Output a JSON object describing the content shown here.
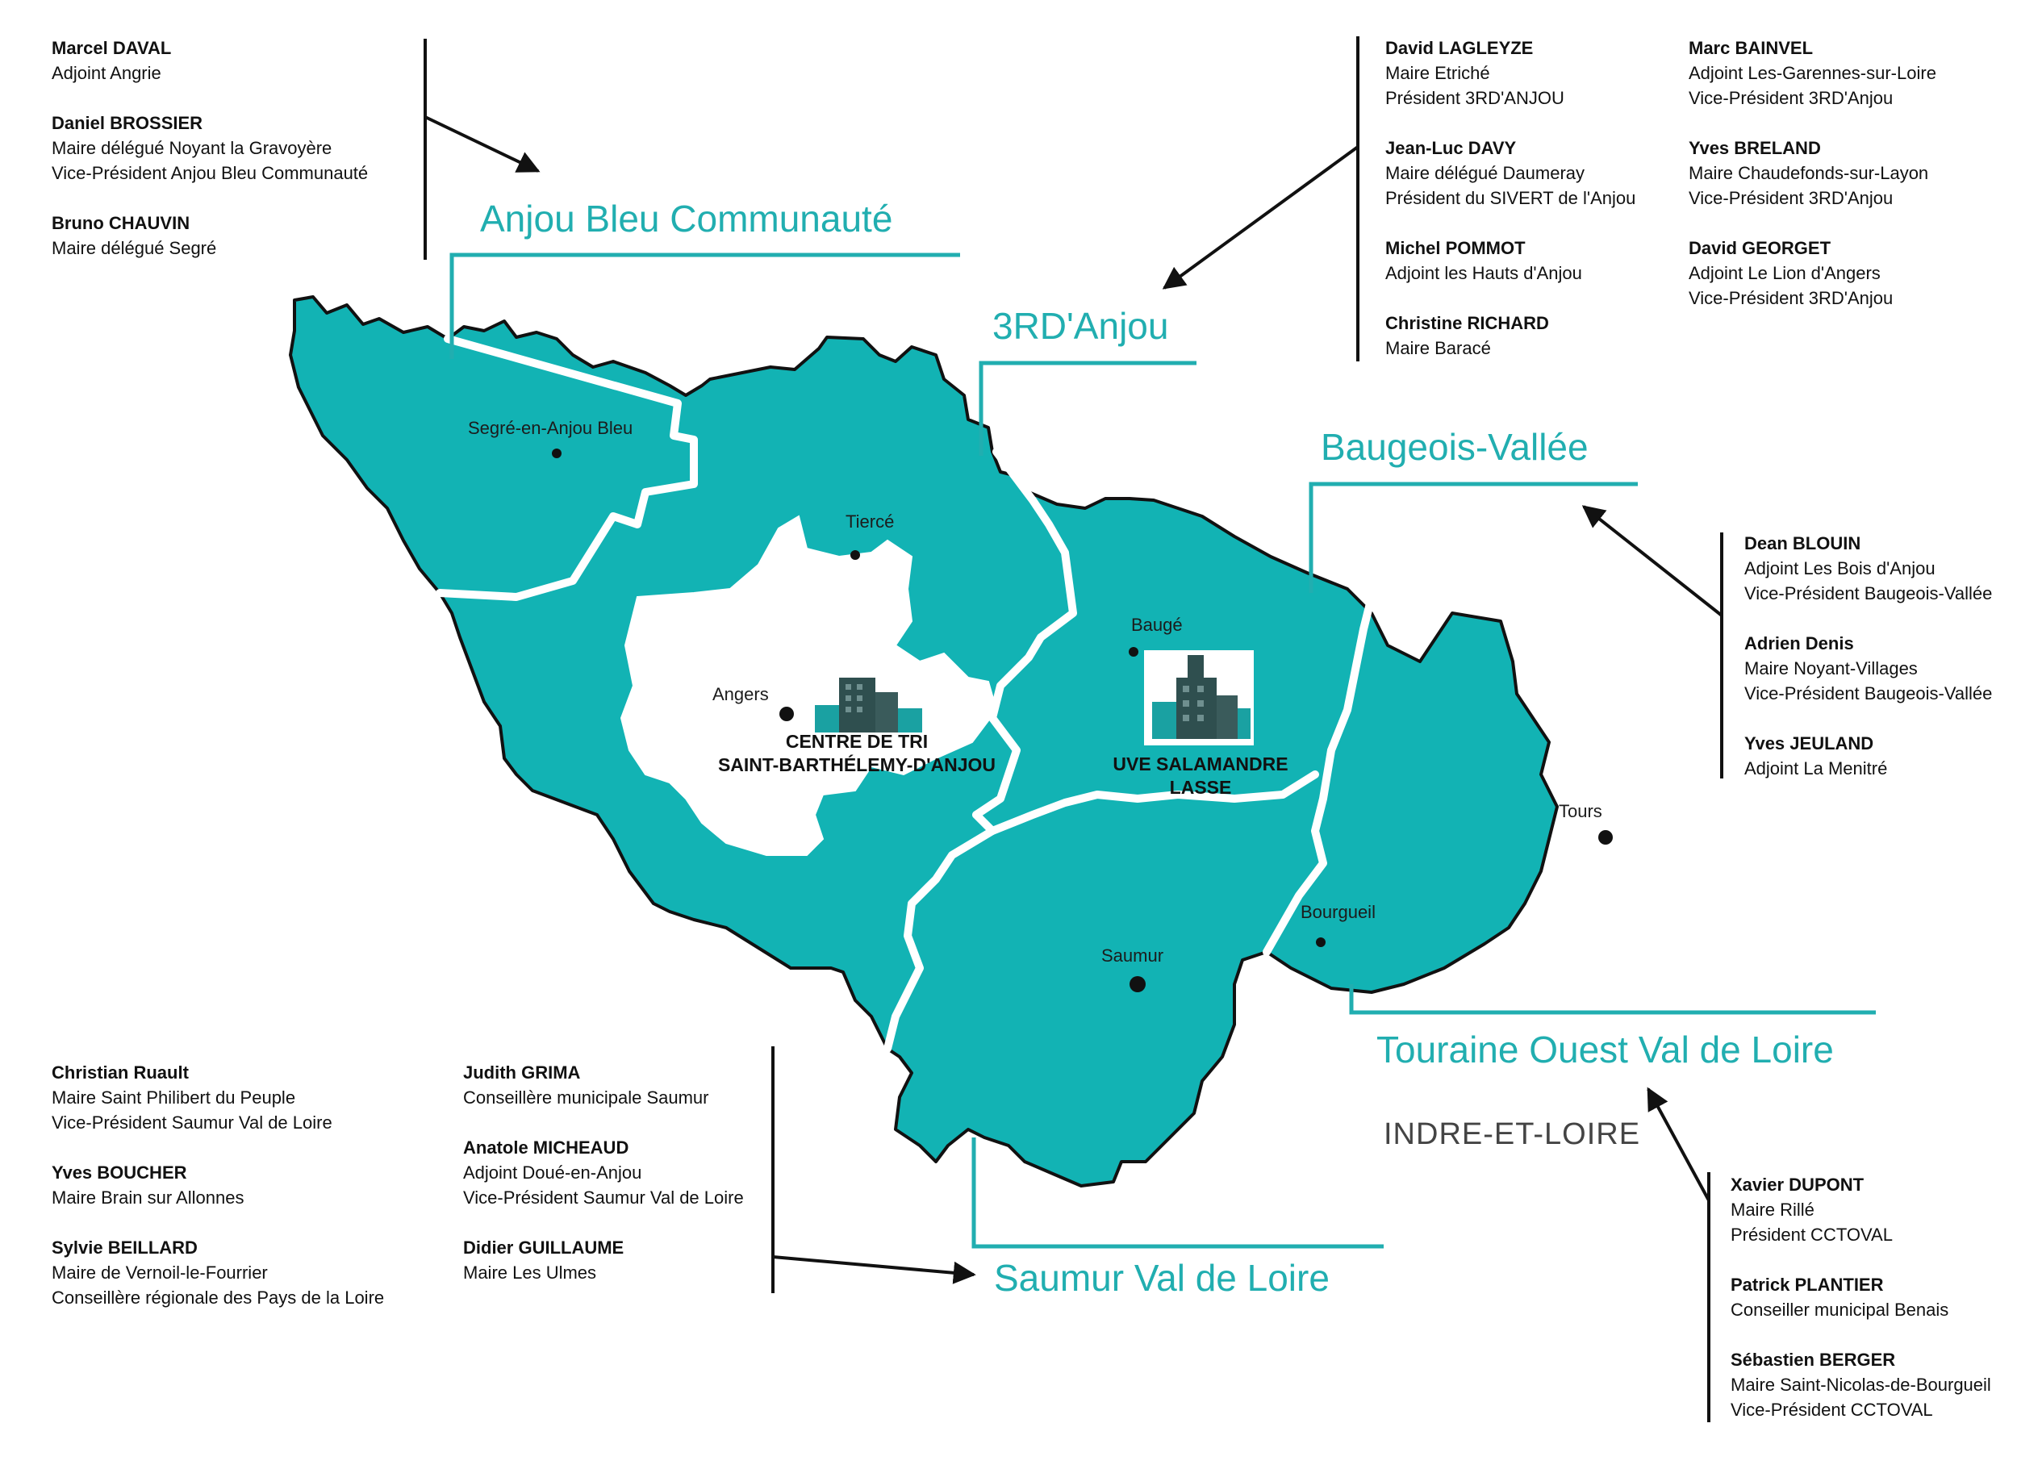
{
  "colors": {
    "region_fill": "#12b3b4",
    "label": "#21aeb0",
    "outline": "#111111",
    "land_white": "#ffffff"
  },
  "regions": {
    "anjou_bleu": "Anjou Bleu Communauté",
    "rd_anjou": "3RD'Anjou",
    "baugeois": "Baugeois-Vallée",
    "touraine": "Touraine Ouest Val de Loire",
    "saumur": "Saumur Val de Loire"
  },
  "department": "INDRE-ET-LOIRE",
  "cities": {
    "segre": "Segré-en-Anjou Bleu",
    "tierce": "Tiercé",
    "angers": "Angers",
    "bauge": "Baugé",
    "tours": "Tours",
    "bourgueil": "Bourgueil",
    "saumur": "Saumur"
  },
  "facilities": {
    "tri": {
      "line1": "CENTRE DE TRI",
      "line2": "SAINT-BARTHÉLEMY-D'ANJOU",
      "icon": "factory-icon"
    },
    "uve": {
      "line1": "UVE SALAMANDRE",
      "line2": "LASSE",
      "icon": "factory-icon"
    }
  },
  "people": {
    "anjou_bleu": [
      {
        "name": "Marcel DAVAL",
        "roles": [
          "Adjoint Angrie"
        ]
      },
      {
        "name": "Daniel BROSSIER",
        "roles": [
          "Maire délégué Noyant la Gravoyère",
          "Vice-Président Anjou Bleu Communauté"
        ]
      },
      {
        "name": "Bruno CHAUVIN",
        "roles": [
          "Maire délégué Segré"
        ]
      }
    ],
    "rd_anjou_left": [
      {
        "name": "David LAGLEYZE",
        "roles": [
          "Maire Etriché",
          "Président 3RD'ANJOU"
        ]
      },
      {
        "name": "Jean-Luc DAVY",
        "roles": [
          "Maire délégué Daumeray",
          "Président du SIVERT de l'Anjou"
        ]
      },
      {
        "name": "Michel POMMOT",
        "roles": [
          "Adjoint les Hauts d'Anjou"
        ]
      },
      {
        "name": "Christine RICHARD",
        "roles": [
          "Maire Baracé"
        ]
      }
    ],
    "rd_anjou_right": [
      {
        "name": "Marc BAINVEL",
        "roles": [
          "Adjoint Les-Garennes-sur-Loire",
          "Vice-Président 3RD'Anjou"
        ]
      },
      {
        "name": "Yves BRELAND",
        "roles": [
          "Maire Chaudefonds-sur-Layon",
          "Vice-Président 3RD'Anjou"
        ]
      },
      {
        "name": "David GEORGET",
        "roles": [
          "Adjoint Le Lion d'Angers",
          "Vice-Président 3RD'Anjou"
        ]
      }
    ],
    "baugeois": [
      {
        "name": "Dean BLOUIN",
        "roles": [
          "Adjoint Les Bois d'Anjou",
          "Vice-Président Baugeois-Vallée"
        ]
      },
      {
        "name": "Adrien Denis",
        "roles": [
          "Maire Noyant-Villages",
          "Vice-Président Baugeois-Vallée"
        ]
      },
      {
        "name": "Yves JEULAND",
        "roles": [
          "Adjoint La Menitré"
        ]
      }
    ],
    "saumur_left": [
      {
        "name": "Christian Ruault",
        "roles": [
          "Maire Saint Philibert du Peuple",
          "Vice-Président Saumur Val de Loire"
        ]
      },
      {
        "name": "Yves BOUCHER",
        "roles": [
          "Maire Brain sur Allonnes"
        ]
      },
      {
        "name": "Sylvie BEILLARD",
        "roles": [
          "Maire de Vernoil-le-Fourrier",
          "Conseillère régionale des Pays de la Loire"
        ]
      }
    ],
    "saumur_right": [
      {
        "name": "Judith GRIMA",
        "roles": [
          "Conseillère municipale Saumur"
        ]
      },
      {
        "name": "Anatole MICHEAUD",
        "roles": [
          "Adjoint Doué-en-Anjou",
          "Vice-Président Saumur Val de Loire"
        ]
      },
      {
        "name": "Didier GUILLAUME",
        "roles": [
          "Maire Les Ulmes"
        ]
      }
    ],
    "touraine": [
      {
        "name": "Xavier DUPONT",
        "roles": [
          "Maire Rillé",
          "Président CCTOVAL"
        ]
      },
      {
        "name": "Patrick PLANTIER",
        "roles": [
          "Conseiller municipal Benais"
        ]
      },
      {
        "name": "Sébastien BERGER",
        "roles": [
          "Maire Saint-Nicolas-de-Bourgueil",
          "Vice-Président CCTOVAL"
        ]
      }
    ]
  }
}
